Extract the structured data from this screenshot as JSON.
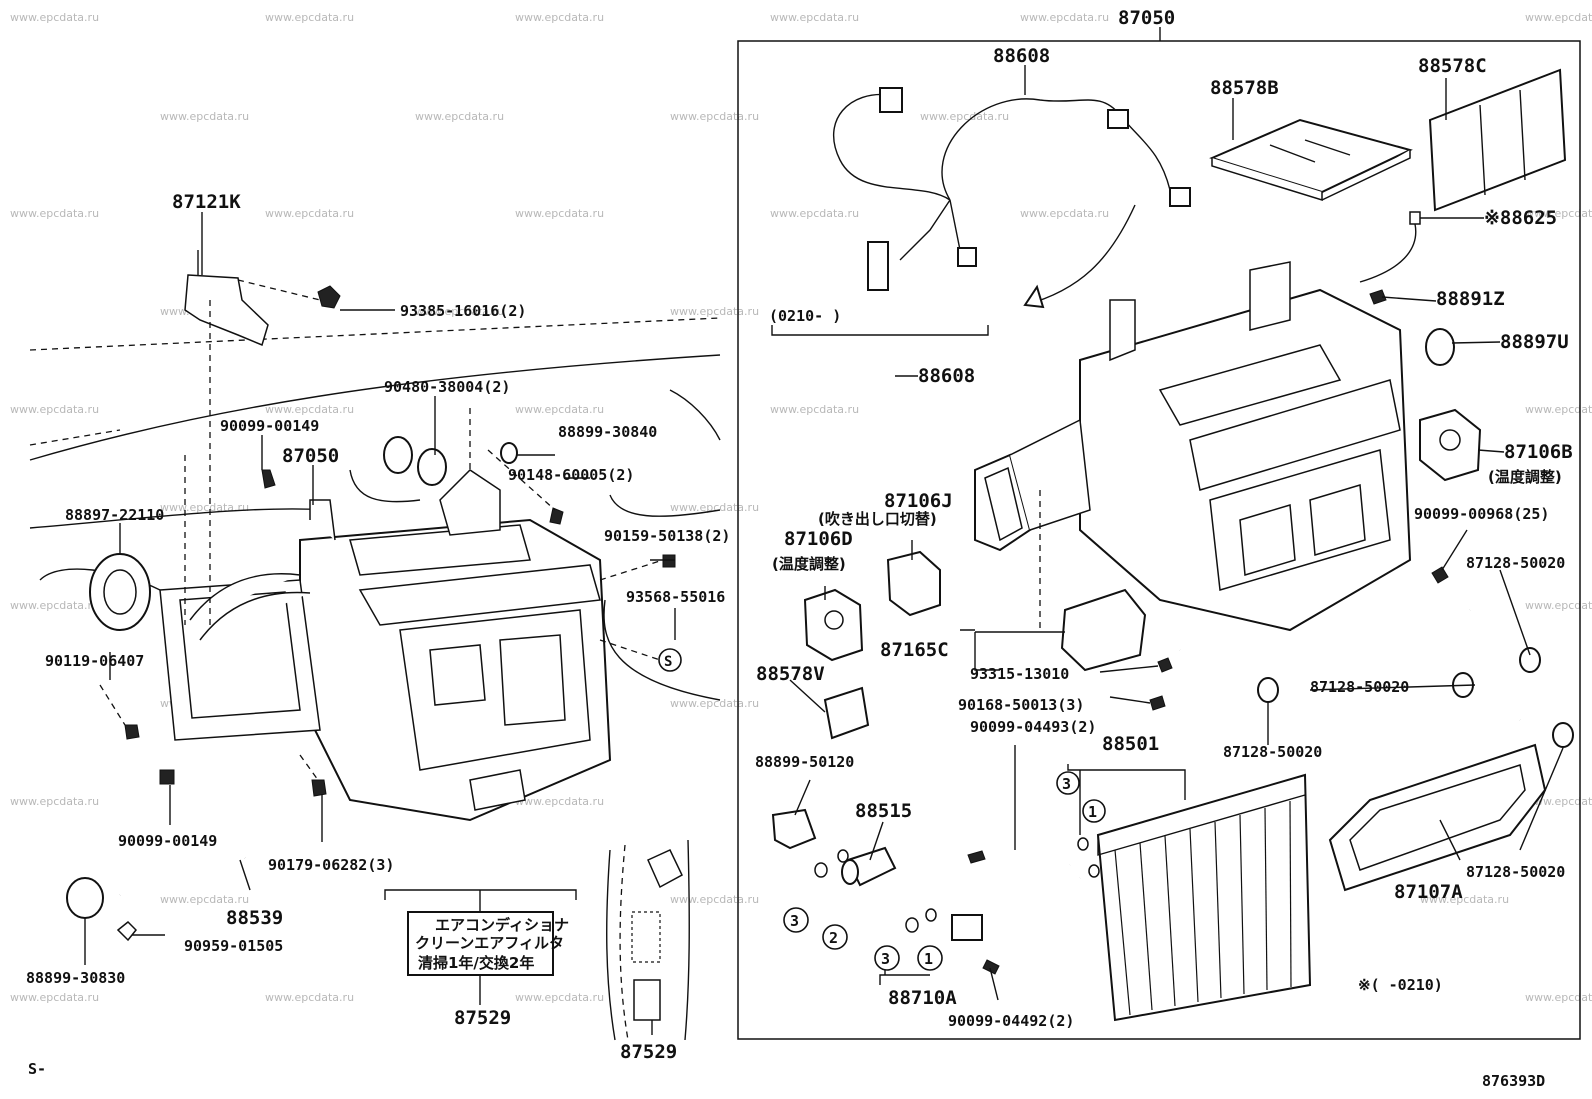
{
  "diagram_id": "876393D",
  "page_marker": "S-",
  "watermark": "www.epcdata.ru",
  "parts": {
    "p87050_top": "87050",
    "p88608_a": "88608",
    "p88578B": "88578B",
    "p88578C": "88578C",
    "p88625": "※88625",
    "p88891Z": "88891Z",
    "p88897U": "88897U",
    "p87106B": "87106B",
    "p87106B_note": "(温度調整)",
    "p90099_00968": "90099-00968(25)",
    "p87128_a": "87128-50020",
    "p87128_b": "87128-50020",
    "p87128_c": "87128-50020",
    "p87128_d": "87128-50020",
    "p87107A": "87107A",
    "serial_range": "(0210-     )",
    "p88608_b": "88608",
    "p87106J": "87106J",
    "p87106J_note": "(吹き出し口切替)",
    "p87106D": "87106D",
    "p87106D_note": "(温度調整)",
    "p87165C": "87165C",
    "p93315": "93315-13010",
    "p90168": "90168-50013(3)",
    "p90099_04493": "90099-04493(2)",
    "p88501": "88501",
    "p88578V": "88578V",
    "p88899_50120": "88899-50120",
    "p88515": "88515",
    "p88710A": "88710A",
    "p90099_04492": "90099-04492(2)",
    "asterisk_note": "※(    -0210)",
    "p87121K": "87121K",
    "p93385": "93385-16016(2)",
    "p90480": "90480-38004(2)",
    "p88899_30840": "88899-30840",
    "p90099_00149_a": "90099-00149",
    "p87050_left": "87050",
    "p90148": "90148-60005(2)",
    "p88897_22110": "88897-22110",
    "p90159": "90159-50138(2)",
    "p93568": "93568-55016",
    "p90119": "90119-06407",
    "p90099_00149_b": "90099-00149",
    "p90179": "90179-06282(3)",
    "p88539": "88539",
    "p90959": "90959-01505",
    "p88899_30830": "88899-30830",
    "p87529_a": "87529",
    "p87529_b": "87529"
  },
  "callouts": [
    "3",
    "1",
    "3",
    "2",
    "3",
    "1",
    "S"
  ],
  "filter_label": {
    "line1": "エアコンディショナ",
    "line2": "クリーンエアフィルタ",
    "line3": "清掃1年/交換2年"
  }
}
